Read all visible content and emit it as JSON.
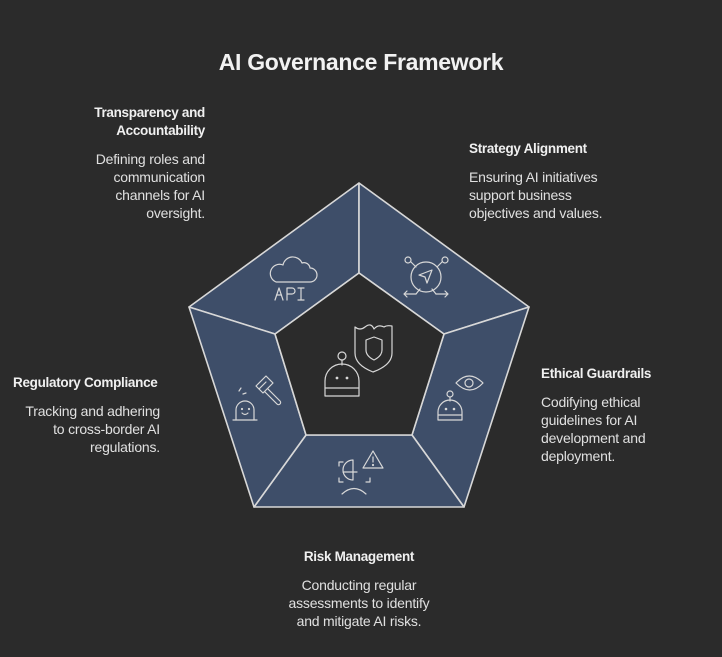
{
  "title": "AI Governance Framework",
  "colors": {
    "background": "#2b2b2b",
    "segment_fill": "#3e4e69",
    "center_fill": "#2b2b2b",
    "stroke": "#d8d8d8",
    "text": "#e6e6e6"
  },
  "center": {
    "icons": [
      "robot-icon",
      "shield-icon"
    ]
  },
  "segments": [
    {
      "id": "transparency",
      "heading": "Transparency and Accountability",
      "heading_lines": [
        "Transparency and",
        "Accountability"
      ],
      "description_lines": [
        "Defining roles and",
        "communication",
        "channels for AI",
        "oversight."
      ],
      "icon": "cloud-api-icon",
      "icon_text": "API"
    },
    {
      "id": "strategy",
      "heading": "Strategy Alignment",
      "heading_lines": [
        "Strategy Alignment"
      ],
      "description_lines": [
        "Ensuring AI initiatives",
        "support business",
        "objectives and values."
      ],
      "icon": "navigation-compass-icon"
    },
    {
      "id": "ethical",
      "heading": "Ethical Guardrails",
      "heading_lines": [
        "Ethical Guardrails"
      ],
      "description_lines": [
        "Codifying ethical",
        "guidelines for AI",
        "development and",
        "deployment."
      ],
      "icon": "robot-eye-icon"
    },
    {
      "id": "risk",
      "heading": "Risk Management",
      "heading_lines": [
        "Risk Management"
      ],
      "description_lines": [
        "Conducting regular",
        "assessments to identify",
        "and mitigate AI risks."
      ],
      "icon": "risk-warning-icon"
    },
    {
      "id": "regulatory",
      "heading": "Regulatory Compliance",
      "heading_lines": [
        "Regulatory Compliance"
      ],
      "description_lines": [
        "Tracking and adhering",
        "to cross-border AI",
        "regulations."
      ],
      "icon": "gavel-icon"
    }
  ]
}
